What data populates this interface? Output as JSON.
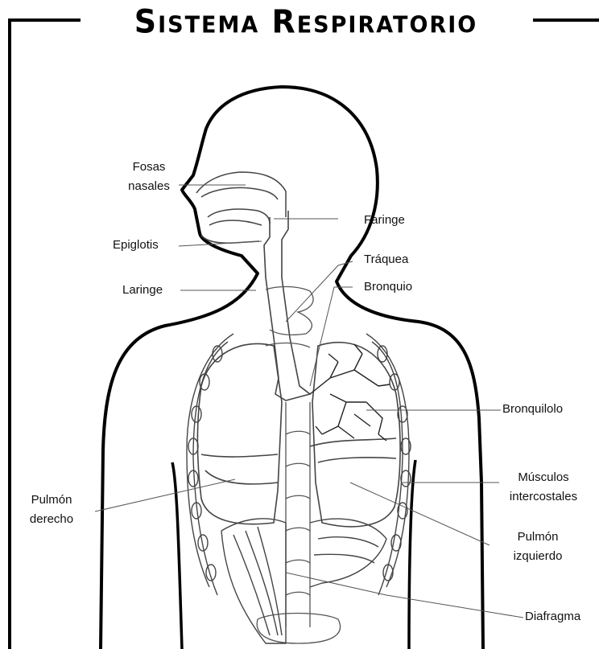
{
  "title": "Sistema Respiratorio",
  "labels": {
    "fosas_nasales_1": "Fosas",
    "fosas_nasales_2": "nasales",
    "faringe": "Faringe",
    "epiglotis": "Epiglotis",
    "traquea": "Tráquea",
    "laringe": "Laringe",
    "bronquio": "Bronquio",
    "bronquilolo": "Bronquilolo",
    "musculos_1": "Músculos",
    "musculos_2": "intercostales",
    "pulmon_derecho_1": "Pulmón",
    "pulmon_derecho_2": "derecho",
    "pulmon_izquierdo_1": "Pulmón",
    "pulmon_izquierdo_2": "izquierdo",
    "diafragma": "Diafragma"
  }
}
